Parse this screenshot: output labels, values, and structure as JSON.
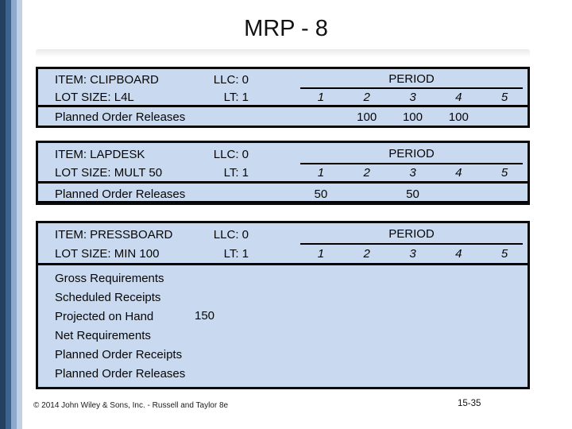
{
  "title": "MRP - 8",
  "labels": {
    "period": "PERIOD"
  },
  "period_columns": [
    "1",
    "2",
    "3",
    "4",
    "5"
  ],
  "tables": [
    {
      "item": "ITEM: CLIPBOARD",
      "llc": "LLC: 0",
      "lot_size": "LOT SIZE: L4L",
      "lt": "LT: 1",
      "rows": [
        {
          "label": "Planned Order Releases",
          "values": [
            "",
            "100",
            "100",
            "100",
            ""
          ]
        }
      ]
    },
    {
      "item": "ITEM: LAPDESK",
      "llc": "LLC: 0",
      "lot_size": "LOT SIZE: MULT 50",
      "lt": "LT: 1",
      "rows": [
        {
          "label": "Planned Order Releases",
          "values": [
            "50",
            "",
            "50",
            "",
            ""
          ]
        }
      ]
    },
    {
      "item": "ITEM: PRESSBOARD",
      "llc": "LLC: 0",
      "lot_size": "LOT SIZE: MIN 100",
      "lt": "LT: 1",
      "rows": [
        {
          "label": "Gross Requirements"
        },
        {
          "label": "Scheduled Receipts"
        },
        {
          "label": "Projected on Hand",
          "value": "150"
        },
        {
          "label": "Net Requirements"
        },
        {
          "label": "Planned Order Receipts"
        },
        {
          "label": "Planned Order Releases"
        }
      ]
    }
  ],
  "footer": {
    "copyright": "© 2014 John Wiley & Sons, Inc. - Russell and Taylor 8e",
    "slide_number": "15-35"
  },
  "colors": {
    "table_bg": "#c9daf0",
    "table_border": "#0b0b0b",
    "stripe_dark": "#24405f",
    "stripe_medium": "#3d6390",
    "stripe_light": "#8fa9cc",
    "stripe_pale": "#c2d1e6"
  }
}
